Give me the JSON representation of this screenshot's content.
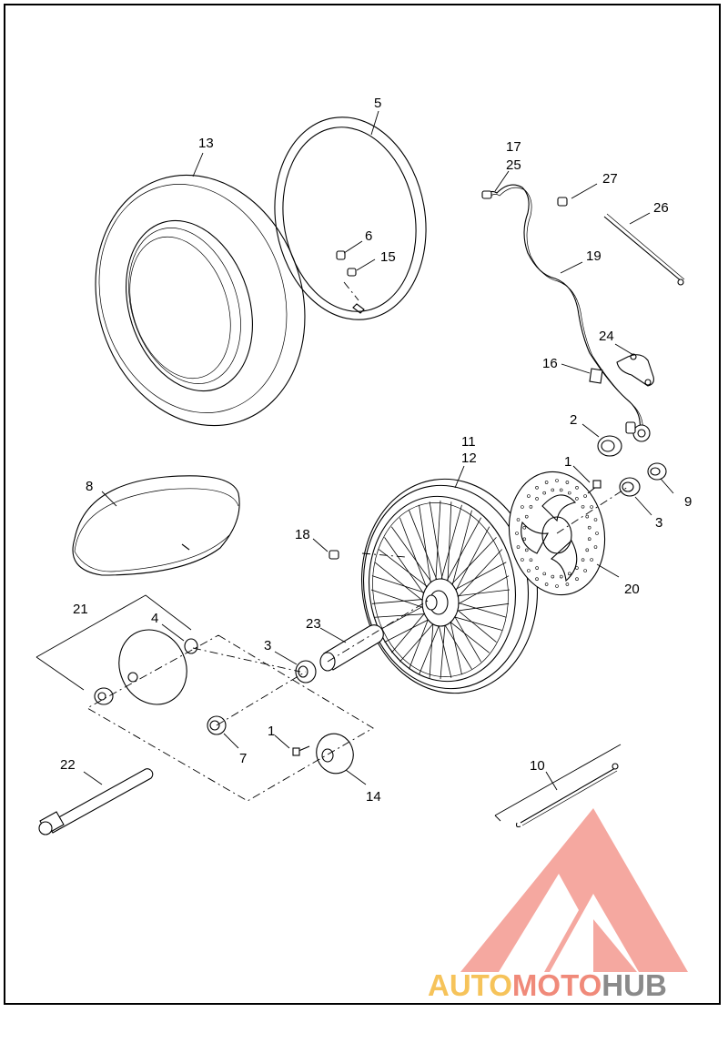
{
  "callouts": [
    {
      "id": "c13",
      "text": "13"
    },
    {
      "id": "c5",
      "text": "5"
    },
    {
      "id": "c6",
      "text": "6"
    },
    {
      "id": "c15",
      "text": "15"
    },
    {
      "id": "c17",
      "text": "17"
    },
    {
      "id": "c25",
      "text": "25"
    },
    {
      "id": "c27",
      "text": "27"
    },
    {
      "id": "c26",
      "text": "26"
    },
    {
      "id": "c19",
      "text": "19"
    },
    {
      "id": "c24",
      "text": "24"
    },
    {
      "id": "c16",
      "text": "16"
    },
    {
      "id": "c2",
      "text": "2"
    },
    {
      "id": "c11",
      "text": "11"
    },
    {
      "id": "c12",
      "text": "12"
    },
    {
      "id": "c1a",
      "text": "1"
    },
    {
      "id": "c9",
      "text": "9"
    },
    {
      "id": "c3a",
      "text": "3"
    },
    {
      "id": "c8",
      "text": "8"
    },
    {
      "id": "c18",
      "text": "18"
    },
    {
      "id": "c20",
      "text": "20"
    },
    {
      "id": "c21",
      "text": "21"
    },
    {
      "id": "c4",
      "text": "4"
    },
    {
      "id": "c23",
      "text": "23"
    },
    {
      "id": "c3b",
      "text": "3"
    },
    {
      "id": "c1b",
      "text": "1"
    },
    {
      "id": "c7",
      "text": "7"
    },
    {
      "id": "c22",
      "text": "22"
    },
    {
      "id": "c14",
      "text": "14"
    },
    {
      "id": "c10",
      "text": "10"
    }
  ],
  "watermark": {
    "part1": "AUTO",
    "part2": "MOTO",
    "part3": "HUB",
    "colors": {
      "auto": "#f6c35a",
      "moto": "#f08a7a",
      "hub": "#8a8a8a",
      "logo": "#f49a90"
    }
  }
}
